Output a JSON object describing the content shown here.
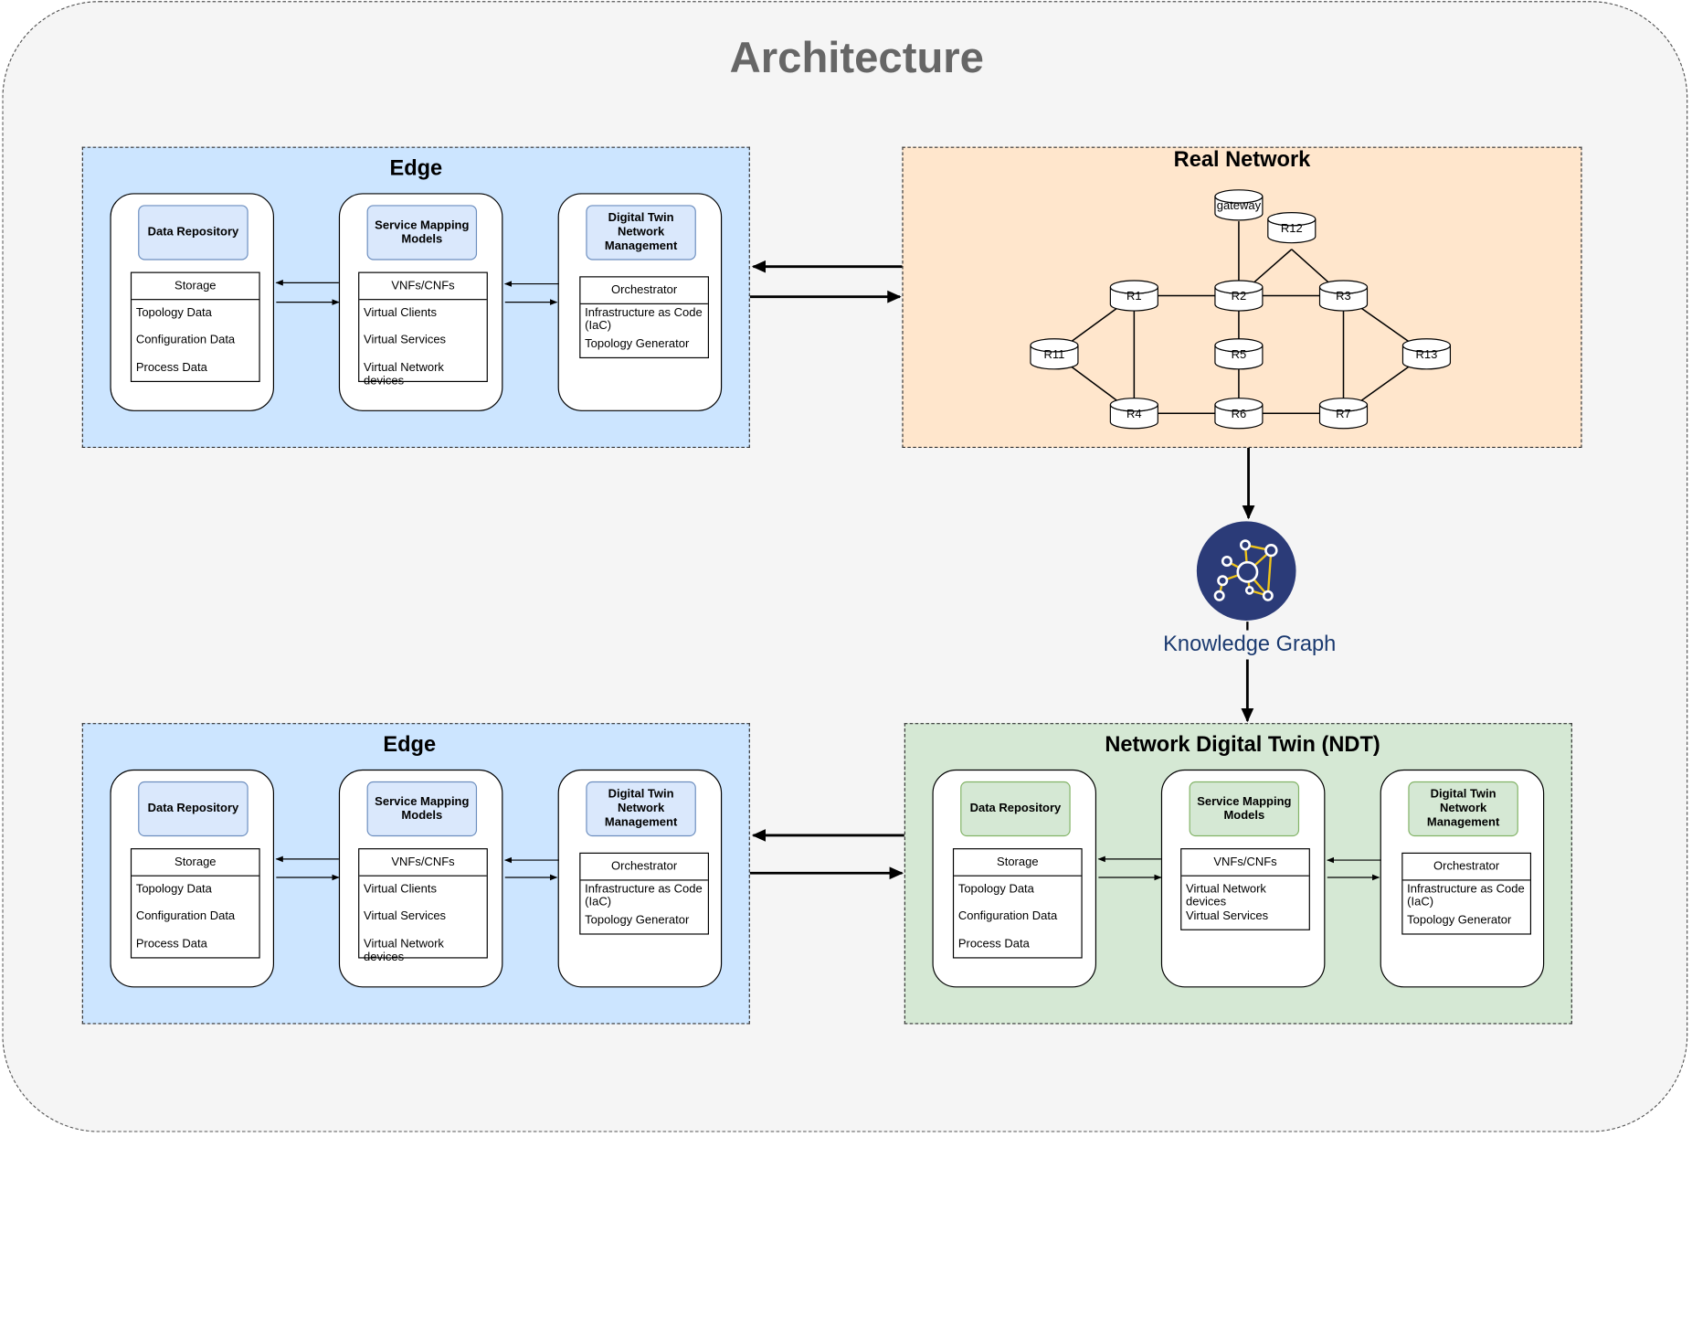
{
  "title": "Architecture",
  "regions": {
    "edge_top": {
      "title": "Edge",
      "modules": [
        {
          "head": "Data Repository",
          "list_header": "Storage",
          "items": [
            "Topology Data",
            "Configuration Data",
            "Process Data"
          ]
        },
        {
          "head": "Service Mapping Models",
          "list_header": "VNFs/CNFs",
          "items": [
            "Virtual Clients",
            "Virtual Services",
            "Virtual Network devices"
          ]
        },
        {
          "head": "Digital Twin Network Management",
          "list_header": "Orchestrator",
          "items": [
            "Infrastructure as Code (IaC)",
            "Topology Generator"
          ]
        }
      ]
    },
    "edge_bottom": {
      "title": "Edge",
      "modules": [
        {
          "head": "Data Repository",
          "list_header": "Storage",
          "items": [
            "Topology Data",
            "Configuration Data",
            "Process Data"
          ]
        },
        {
          "head": "Service Mapping Models",
          "list_header": "VNFs/CNFs",
          "items": [
            "Virtual Clients",
            "Virtual Services",
            "Virtual Network devices"
          ]
        },
        {
          "head": "Digital Twin Network Management",
          "list_header": "Orchestrator",
          "items": [
            "Infrastructure as Code (IaC)",
            "Topology Generator"
          ]
        }
      ]
    },
    "real_network": {
      "title": "Real Network",
      "nodes": [
        "gateway",
        "R12",
        "R1",
        "R2",
        "R3",
        "R11",
        "R5",
        "R13",
        "R4",
        "R6",
        "R7"
      ],
      "links": [
        [
          "gateway",
          "R2"
        ],
        [
          "R12",
          "R2"
        ],
        [
          "R12",
          "R3"
        ],
        [
          "R1",
          "R2"
        ],
        [
          "R2",
          "R3"
        ],
        [
          "R2",
          "R5"
        ],
        [
          "R5",
          "R6"
        ],
        [
          "R1",
          "R4"
        ],
        [
          "R3",
          "R7"
        ],
        [
          "R4",
          "R6"
        ],
        [
          "R6",
          "R7"
        ],
        [
          "R11",
          "R1"
        ],
        [
          "R11",
          "R4"
        ],
        [
          "R13",
          "R3"
        ],
        [
          "R13",
          "R7"
        ]
      ]
    },
    "ndt": {
      "title": "Network Digital Twin (NDT)",
      "modules": [
        {
          "head": "Data Repository",
          "list_header": "Storage",
          "items": [
            "Topology Data",
            "Configuration Data",
            "Process Data"
          ]
        },
        {
          "head": "Service Mapping Models",
          "list_header": "VNFs/CNFs",
          "items": [
            "Virtual Network devices",
            "Virtual Services"
          ]
        },
        {
          "head": "Digital Twin Network Management",
          "list_header": "Orchestrator",
          "items": [
            "Infrastructure as Code (IaC)",
            "Topology Generator"
          ]
        }
      ]
    }
  },
  "knowledge_graph": {
    "label": "Knowledge Graph",
    "icon": "knowledge-graph-icon"
  },
  "colors": {
    "edge": "#cce5ff",
    "real_network": "#ffe6cc",
    "ndt": "#d5e8d4",
    "module_head_blue": "#dae8fc",
    "module_head_green": "#d5e8d4",
    "knowledge_graph": "#2b3b78",
    "title": "#666666"
  }
}
